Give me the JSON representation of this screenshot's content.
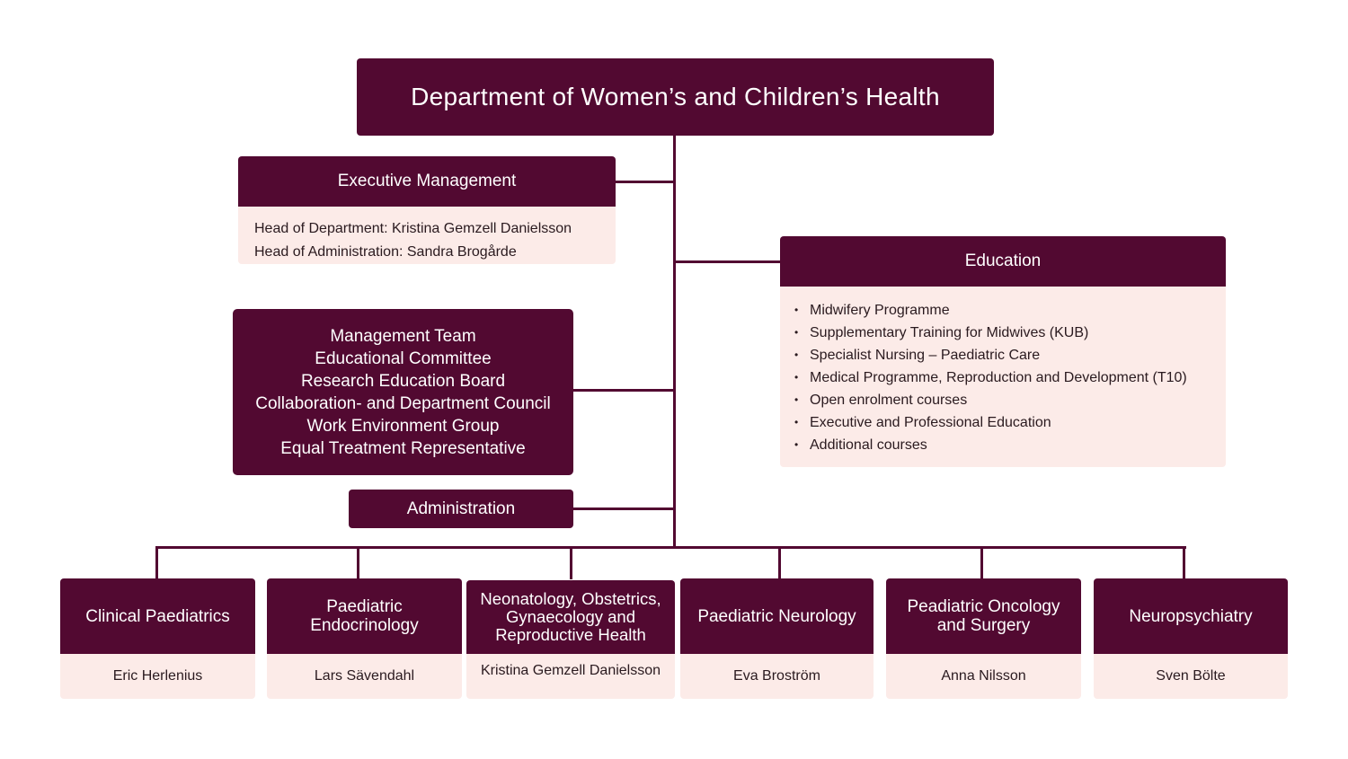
{
  "colors": {
    "primary": "#520931",
    "panel": "#fcebe8",
    "background": "#ffffff"
  },
  "title": "Department of Women’s and Children’s Health",
  "executive_management": {
    "header": "Executive Management",
    "lines": [
      "Head of Department: Kristina Gemzell Danielsson",
      "Head of Administration: Sandra Brogårde"
    ]
  },
  "education": {
    "header": "Education",
    "items": [
      "Midwifery Programme",
      "Supplementary Training for Midwives (KUB)",
      "Specialist Nursing – Paediatric Care",
      "Medical Programme, Reproduction and Development (T10)",
      "Open enrolment courses",
      "Executive and Professional Education",
      "Additional courses"
    ]
  },
  "committees": {
    "items": [
      "Management Team",
      "Educational Committee",
      "Research Education Board",
      "Collaboration- and Department Council",
      "Work Environment Group",
      "Equal Treatment Representative"
    ]
  },
  "administration": {
    "label": "Administration"
  },
  "divisions": [
    {
      "name": "Clinical Paediatrics",
      "head": "Eric Herlenius"
    },
    {
      "name": "Paediatric Endocrinology",
      "head": "Lars Sävendahl"
    },
    {
      "name": "Neonatology, Obstetrics, Gynaecology and Reproductive Health",
      "head": "Kristina Gemzell Danielsson"
    },
    {
      "name": "Paediatric Neurology",
      "head": "Eva Broström"
    },
    {
      "name": "Peadiatric Oncology and Surgery",
      "head": "Anna Nilsson"
    },
    {
      "name": "Neuropsychiatry",
      "head": "Sven Bölte"
    }
  ]
}
